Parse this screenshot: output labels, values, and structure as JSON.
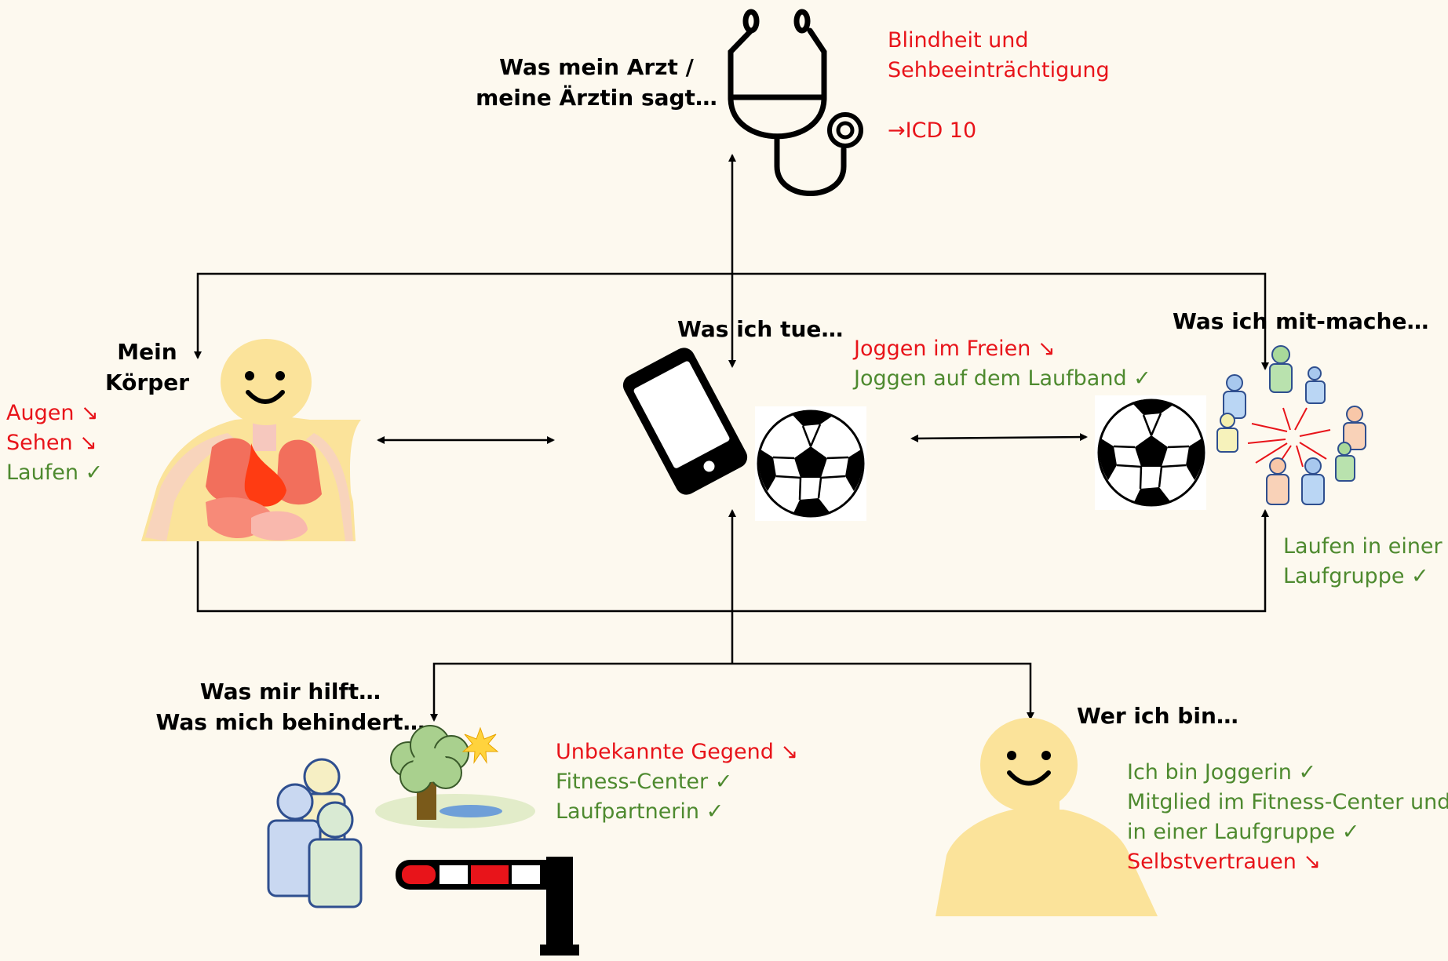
{
  "colors": {
    "background": "#fdf9ef",
    "negative": "#e8141a",
    "positive": "#4e8a2f",
    "skin": "#fbe39a"
  },
  "arzt": {
    "heading": [
      "Was mein Arzt /",
      "meine Ärztin sagt…"
    ],
    "lines": [
      "Blindheit und",
      "Sehbeeinträchtigung",
      "→ICD 10"
    ],
    "icon": "stethoscope-icon"
  },
  "koerper": {
    "heading": [
      "Mein",
      "Körper"
    ],
    "items": [
      {
        "text": "Augen ↘",
        "status": "negative"
      },
      {
        "text": "Sehen ↘",
        "status": "negative"
      },
      {
        "text": "Laufen ✓",
        "status": "positive"
      }
    ],
    "icon": "body-organs-icon"
  },
  "tue": {
    "heading": "Was ich tue…",
    "items": [
      {
        "text": "Joggen im Freien ↘",
        "status": "negative"
      },
      {
        "text": "Joggen auf dem Laufband ✓",
        "status": "positive"
      }
    ],
    "icons": [
      "smartphone-icon",
      "soccer-ball-icon"
    ]
  },
  "mitmache": {
    "heading": "Was ich mit-mache…",
    "items": [
      {
        "text": "Laufen in einer",
        "status": "positive"
      },
      {
        "text": "Laufgruppe ✓",
        "status": "positive"
      }
    ],
    "icons": [
      "soccer-ball-icon",
      "group-people-icon"
    ]
  },
  "hilft": {
    "heading": [
      "Was mir hilft…",
      "Was mich behindert…"
    ],
    "items": [
      {
        "text": "Unbekannte Gegend ↘",
        "status": "negative"
      },
      {
        "text": "Fitness-Center ✓",
        "status": "positive"
      },
      {
        "text": "Laufpartnerin ✓",
        "status": "positive"
      }
    ],
    "icons": [
      "people-icon",
      "tree-landscape-icon",
      "barrier-icon"
    ]
  },
  "bin": {
    "heading": "Wer ich bin…",
    "items": [
      {
        "text": "Ich bin Joggerin ✓",
        "status": "positive"
      },
      {
        "text": "Mitglied im Fitness-Center und",
        "status": "positive"
      },
      {
        "text": "in einer Laufgruppe ✓",
        "status": "positive"
      },
      {
        "text": "Selbstvertrauen ↘",
        "status": "negative"
      }
    ],
    "icon": "person-smiley-icon"
  }
}
